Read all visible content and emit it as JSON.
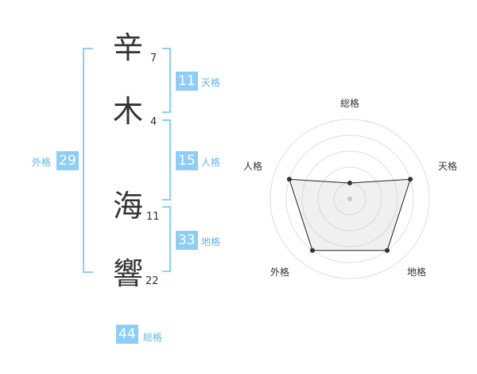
{
  "name_chars": [
    {
      "char": "辛",
      "strokes": "7"
    },
    {
      "char": "木",
      "strokes": "4"
    },
    {
      "char": "海",
      "strokes": "11"
    },
    {
      "char": "響",
      "strokes": "22"
    }
  ],
  "fortunes": {
    "tenkaku": {
      "value": "11",
      "label": "天格"
    },
    "jinkaku": {
      "value": "15",
      "label": "人格"
    },
    "chikaku": {
      "value": "33",
      "label": "地格"
    },
    "gaikaku": {
      "value": "29",
      "label": "外格"
    },
    "soukaku": {
      "value": "44",
      "label": "総格"
    }
  },
  "colors": {
    "accent": "#8ecdf5",
    "label": "#5fb6ea",
    "text": "#333333"
  },
  "chart_data": {
    "type": "radar",
    "axes": [
      "総格",
      "天格",
      "地格",
      "外格",
      "人格"
    ],
    "rings": 5,
    "scale_max": 5,
    "values": [
      1,
      4,
      4,
      4,
      4
    ]
  }
}
